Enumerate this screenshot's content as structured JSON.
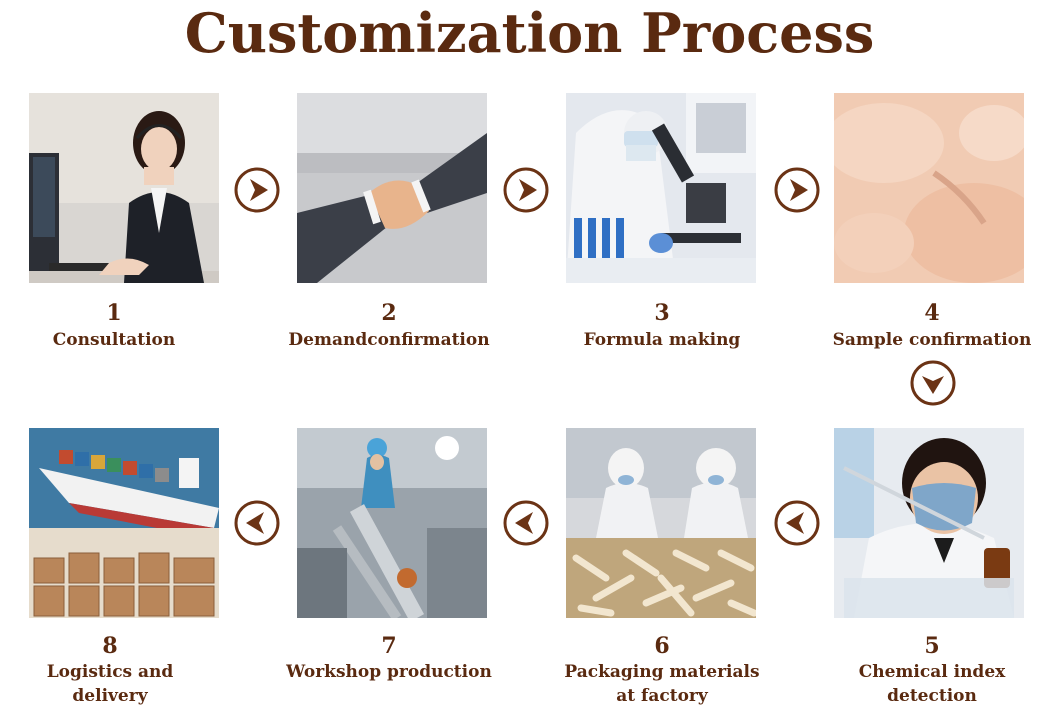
{
  "title": "Customization Process",
  "steps": [
    {
      "number": "1",
      "label_line1": "Consultation",
      "label_line2": "",
      "image": "customer-service-agent-with-headset"
    },
    {
      "number": "2",
      "label_line1": "Demandconfirmation",
      "label_line2": "",
      "image": "business-handshake"
    },
    {
      "number": "3",
      "label_line1": "Formula making",
      "label_line2": "",
      "image": "lab-technician-with-microscope"
    },
    {
      "number": "4",
      "label_line1": "Sample confirmation",
      "label_line2": "",
      "image": "meat-paste-sample"
    },
    {
      "number": "5",
      "label_line1": "Chemical index",
      "label_line2": "detection",
      "image": "lab-worker-with-pipette"
    },
    {
      "number": "6",
      "label_line1": "Packaging materials",
      "label_line2": "at factory",
      "image": "workers-sorting-food"
    },
    {
      "number": "7",
      "label_line1": "Workshop production",
      "label_line2": "",
      "image": "factory-production-line"
    },
    {
      "number": "8",
      "label_line1": "Logistics and",
      "label_line2": "delivery",
      "image": "cargo-ship-and-warehouse-boxes"
    }
  ],
  "colors": {
    "accent": "#5a2a10",
    "arrow_ring": "#6b3315"
  },
  "icons": {
    "arrow_right": "chevron-right-circle-icon",
    "arrow_down": "chevron-down-circle-icon",
    "arrow_left": "chevron-left-circle-icon"
  }
}
